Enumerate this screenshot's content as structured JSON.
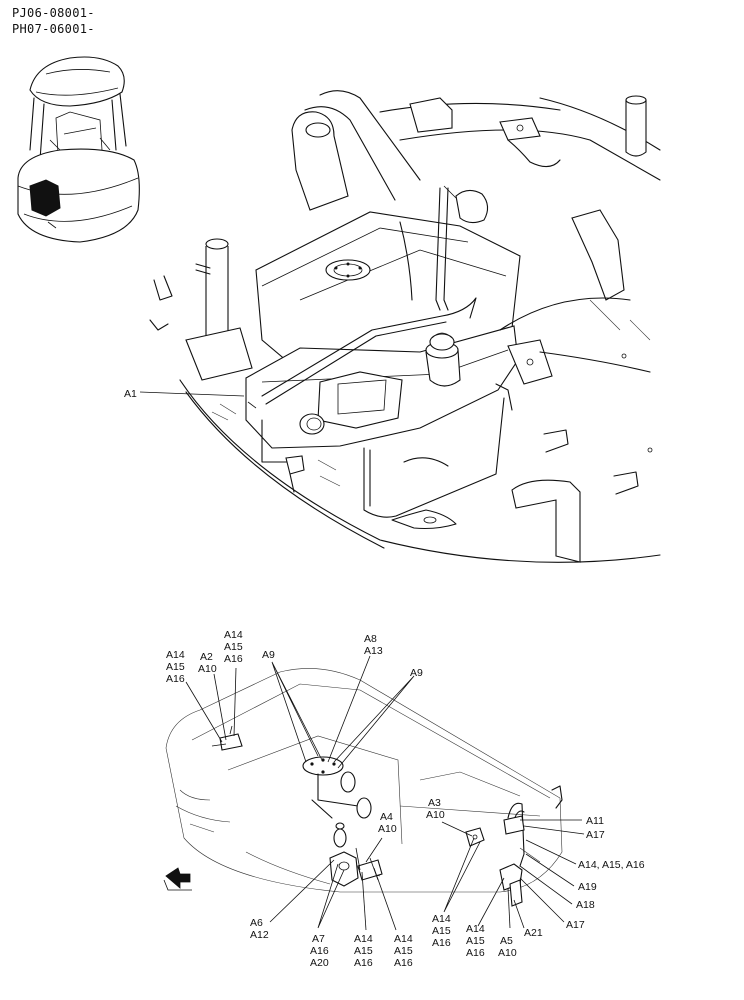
{
  "header": {
    "serial_1": "PJ06-08001-",
    "serial_2": "PH07-06001-"
  },
  "top_view": {
    "labels": {
      "a1": "A1"
    }
  },
  "detail_view": {
    "labels": {
      "a14_a15_a16_left": [
        "A14",
        "A15",
        "A16"
      ],
      "a2_a10": [
        "A2",
        "A10"
      ],
      "a14_a15_a16_top": [
        "A14",
        "A15",
        "A16"
      ],
      "a9_left": "A9",
      "a8_a13": [
        "A8",
        "A13"
      ],
      "a9_right": "A9",
      "a4_a10": [
        "A4",
        "A10"
      ],
      "a3_a10": [
        "A3",
        "A10"
      ],
      "a11": "A11",
      "a17_upper": "A17",
      "a14_a15_a16_inline": "A14, A15, A16",
      "a19": "A19",
      "a18": "A18",
      "a17_lower": "A17",
      "a21": "A21",
      "a6_a12": [
        "A6",
        "A12"
      ],
      "a7_a16_a20": [
        "A7",
        "A16",
        "A20"
      ],
      "a14_a15_a16_mid_left": [
        "A14",
        "A15",
        "A16"
      ],
      "a14_a15_a16_mid_right": [
        "A14",
        "A15",
        "A16"
      ],
      "a14_a15_a16_lower_left": [
        "A14",
        "A15",
        "A16"
      ],
      "a14_a15_a16_lower_mid": [
        "A14",
        "A15",
        "A16"
      ],
      "a5_a10": [
        "A5",
        "A10"
      ]
    },
    "icons": {
      "front_arrow": "front-direction-arrow-icon"
    }
  }
}
